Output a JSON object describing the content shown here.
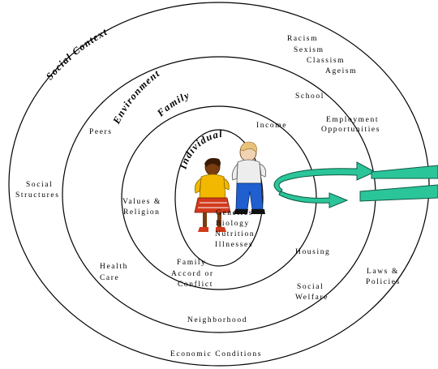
{
  "rings": {
    "social_context": "Social Context",
    "environment": "Environment",
    "family": "Family",
    "individual": "Individual"
  },
  "labels": {
    "racism": "Racism",
    "sexism": "Sexism",
    "classism": "Classism",
    "ageism": "Ageism",
    "school": "School",
    "employment_1": "Employment",
    "employment_2": "Opportunities",
    "income": "Income",
    "peers": "Peers",
    "social_structures_1": "Social",
    "social_structures_2": "Structures",
    "values_1": "Values &",
    "values_2": "Religion",
    "genetics": "Genetics",
    "biology": "Biology",
    "nutrition": "Nutrition",
    "illnesses": "Illnesses",
    "housing": "Housing",
    "laws_1": "Laws &",
    "laws_2": "Policies",
    "health_1": "Health",
    "health_2": "Care",
    "family_accord_1": "Family",
    "family_accord_2": "Accord or",
    "family_accord_3": "Conflict",
    "social_welfare_1": "Social",
    "social_welfare_2": "Welfare",
    "neighborhood": "Neighborhood",
    "economic_conditions": "Economic Conditions"
  },
  "colors": {
    "ring_stroke": "#000000",
    "arrow_fill": "#2bc59a",
    "arrow_stroke": "#0f5a44",
    "girl_top": "#f2b800",
    "girl_skin": "#7a3d10",
    "girl_skirt": "#d23a1c",
    "boy_pants": "#1f5fcf",
    "boy_hair": "#e9c27a",
    "boy_shirt": "#ededed"
  },
  "icons": {
    "individual_figures": "children-illustration-icon",
    "cycle_arrows": "circular-arrows-icon"
  }
}
